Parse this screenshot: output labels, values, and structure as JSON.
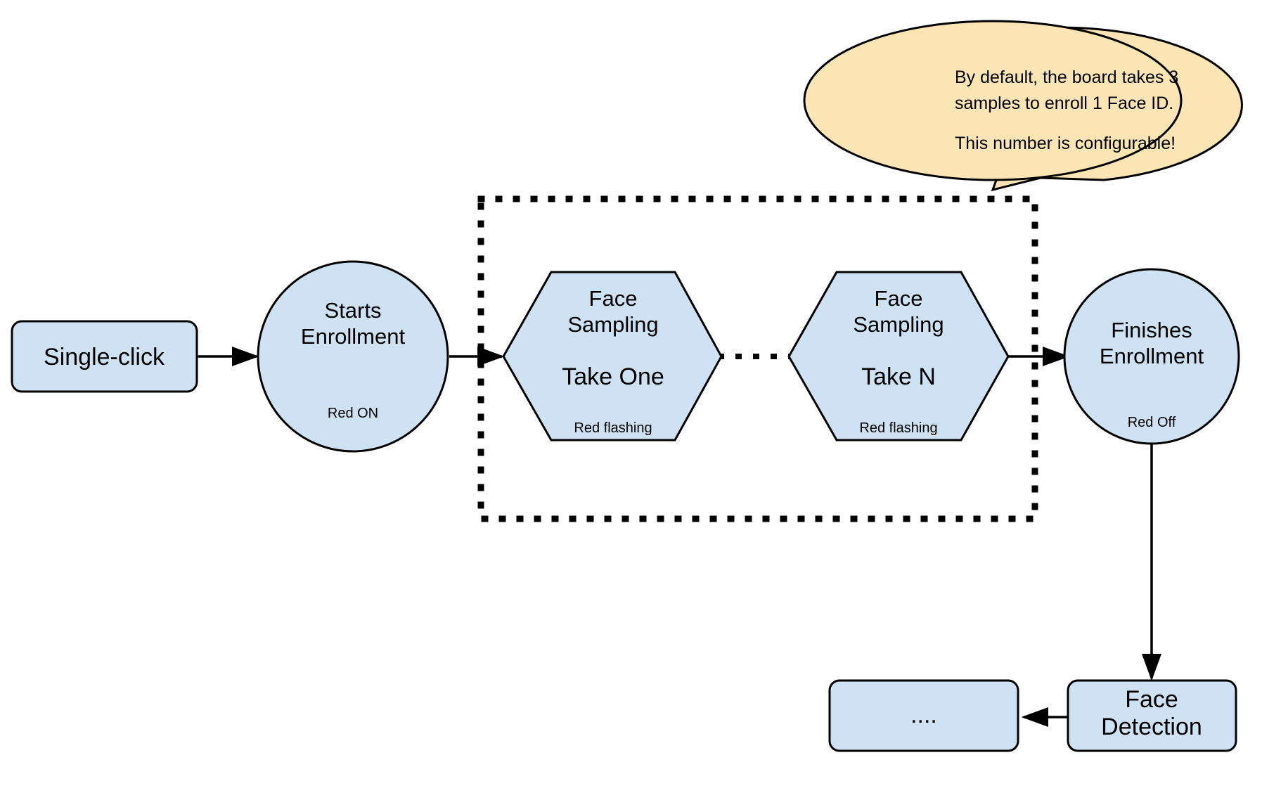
{
  "diagram": {
    "title": "Face ID Enrollment Flow",
    "colors": {
      "node_fill": "#cfe2f3",
      "node_stroke": "#000000",
      "callout_fill": "#fce5b4",
      "background": "#ffffff"
    },
    "nodes": {
      "single_click": {
        "label": "Single-click",
        "shape": "rounded-rectangle"
      },
      "starts_enrollment": {
        "label_line1": "Starts",
        "label_line2": "Enrollment",
        "status": "Red ON",
        "shape": "circle"
      },
      "face_sampling_one": {
        "label_line1": "Face",
        "label_line2": "Sampling",
        "take": "Take One",
        "status": "Red flashing",
        "shape": "hexagon"
      },
      "face_sampling_n": {
        "label_line1": "Face",
        "label_line2": "Sampling",
        "take": "Take N",
        "status": "Red flashing",
        "shape": "hexagon"
      },
      "finishes_enrollment": {
        "label_line1": "Finishes",
        "label_line2": "Enrollment",
        "status": "Red Off",
        "shape": "circle"
      },
      "face_detection": {
        "label_line1": "Face",
        "label_line2": "Detection",
        "shape": "rounded-rectangle"
      },
      "ellipsis_box": {
        "label": "....",
        "shape": "rounded-rectangle"
      }
    },
    "callout": {
      "line1": "By default, the board takes 3",
      "line2": "samples to enroll 1 Face ID.",
      "line3": "This number is configurable!"
    },
    "group": {
      "style": "dotted-border",
      "label": ""
    }
  }
}
